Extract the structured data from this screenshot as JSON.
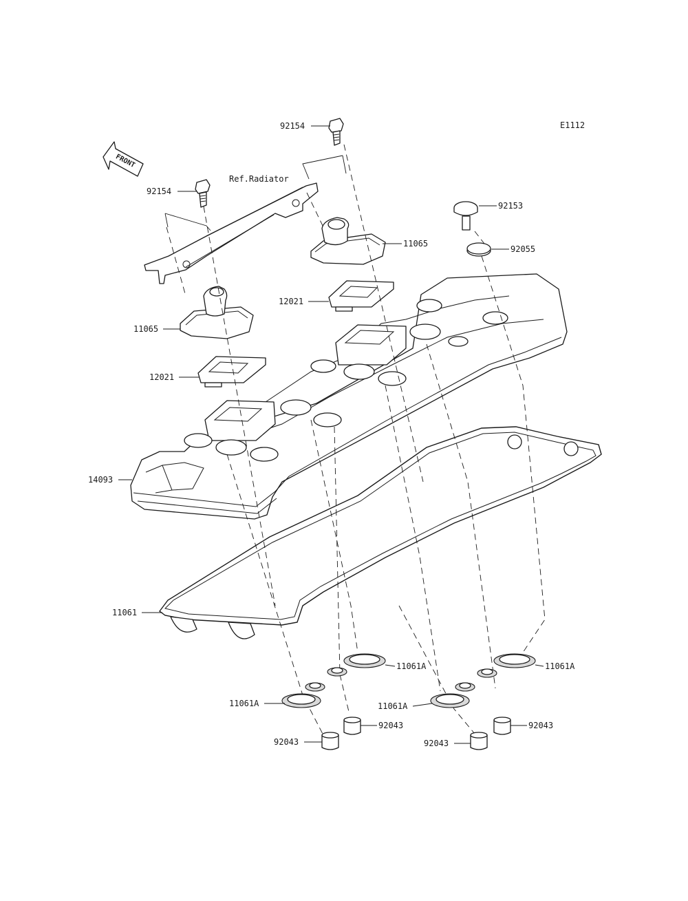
{
  "diagram_code": "E1112",
  "front_marker": "FRONT",
  "ref_note": "Ref.Radiator",
  "callouts": {
    "bolt_top_center": "92154",
    "bolt_left": "92154",
    "bolt_right": "92153",
    "washer_right": "92055",
    "breather_cover_right": "11065",
    "breather_cover_left": "11065",
    "plate_right": "12021",
    "plate_left": "12021",
    "head_cover": "14093",
    "gasket": "11061",
    "plug_gasket_a": "11061A",
    "plug_gasket_b": "11061A",
    "plug_gasket_c": "11061A",
    "plug_gasket_d": "11061A",
    "collar_a": "92043",
    "collar_b": "92043",
    "collar_c": "92043",
    "collar_d": "92043"
  }
}
